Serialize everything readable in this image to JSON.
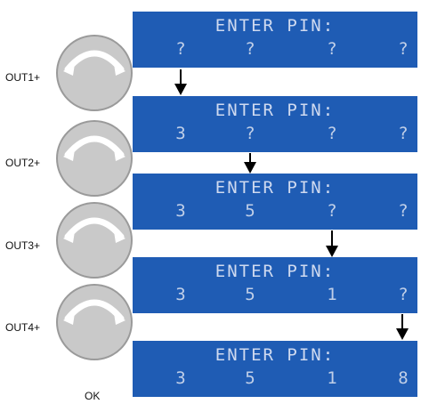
{
  "colors": {
    "lcd_bg": "#1f5cb4",
    "lcd_text": "#c4d3ea",
    "knob_fill": "#c9c9c9"
  },
  "screens": [
    {
      "title": "ENTER PIN:",
      "digits": [
        "?",
        "?",
        "?",
        "?"
      ]
    },
    {
      "title": "ENTER PIN:",
      "digits": [
        "3",
        "?",
        "?",
        "?"
      ]
    },
    {
      "title": "ENTER PIN:",
      "digits": [
        "3",
        "5",
        "?",
        "?"
      ]
    },
    {
      "title": "ENTER PIN:",
      "digits": [
        "3",
        "5",
        "1",
        "?"
      ]
    },
    {
      "title": "ENTER PIN:",
      "digits": [
        "3",
        "5",
        "1",
        "8"
      ]
    }
  ],
  "knobs": [
    {
      "label": "OUT1+",
      "icon": "rotary-knob-icon"
    },
    {
      "label": "OUT2+",
      "icon": "rotary-knob-icon"
    },
    {
      "label": "OUT3+",
      "icon": "rotary-knob-icon"
    },
    {
      "label": "OUT4+",
      "icon": "rotary-knob-icon"
    }
  ],
  "ok_label": "OK"
}
